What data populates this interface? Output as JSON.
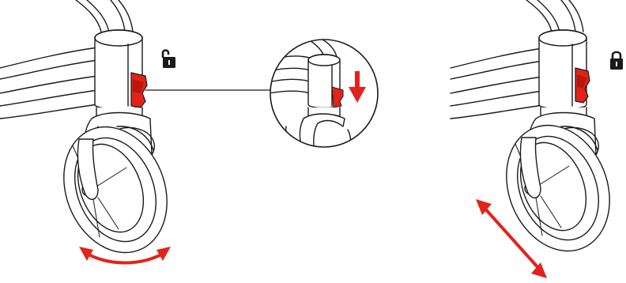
{
  "colors": {
    "line": "#1a1a1a",
    "accent": "#e2231a",
    "accent_dark": "#b8160f",
    "background": "#ffffff"
  },
  "panels": [
    {
      "id": "unlocked",
      "lock_icon": "unlocked-padlock-icon",
      "motion_icon": "curved-double-arrow-swivel-icon"
    },
    {
      "id": "detail",
      "lock_icon": "",
      "motion_icon": "down-arrow-icon"
    },
    {
      "id": "locked",
      "lock_icon": "locked-padlock-icon",
      "motion_icon": "straight-double-arrow-fixed-icon"
    }
  ]
}
